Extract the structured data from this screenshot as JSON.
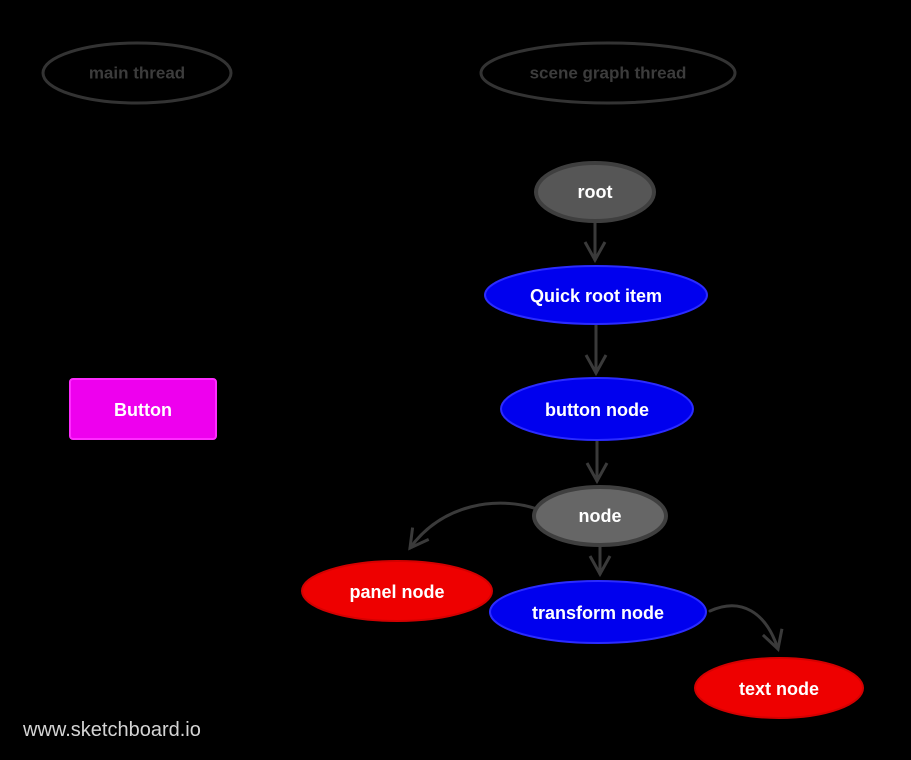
{
  "canvas": {
    "background_color": "#000000",
    "watermark": "www.sketchboard.io"
  },
  "colors": {
    "lane_outline": "#333333",
    "lane_text": "#3c3c3c",
    "arrow": "#3a3a3a",
    "node_text": "#ffffff",
    "blue_node_fill": "#0000ee",
    "red_node_fill": "#ee0000",
    "root_node_fill": "#565656",
    "node_node_fill": "#666666",
    "button_fill": "#ee00ee",
    "watermark_text": "#d4d4d4"
  },
  "lanes": {
    "main_thread": {
      "label": "main thread"
    },
    "scene_graph_thread": {
      "label": "scene graph thread"
    }
  },
  "main_thread": {
    "button": {
      "label": "Button",
      "fill": "#ee00ee"
    }
  },
  "scene_graph_thread": {
    "nodes": {
      "root": {
        "label": "root",
        "fill": "#565656",
        "kind": "gray"
      },
      "quick_root_item": {
        "label": "Quick root item",
        "fill": "#0000ee",
        "kind": "blue"
      },
      "button_node": {
        "label": "button node",
        "fill": "#0000ee",
        "kind": "blue"
      },
      "node": {
        "label": "node",
        "fill": "#666666",
        "kind": "gray"
      },
      "panel_node": {
        "label": "panel node",
        "fill": "#ee0000",
        "kind": "red"
      },
      "transform_node": {
        "label": "transform node",
        "fill": "#0000ee",
        "kind": "blue"
      },
      "text_node": {
        "label": "text node",
        "fill": "#ee0000",
        "kind": "red"
      }
    },
    "edges": [
      {
        "from": "root",
        "to": "quick_root_item"
      },
      {
        "from": "quick_root_item",
        "to": "button_node"
      },
      {
        "from": "button_node",
        "to": "node"
      },
      {
        "from": "node",
        "to": "panel_node"
      },
      {
        "from": "node",
        "to": "transform_node"
      },
      {
        "from": "transform_node",
        "to": "text_node"
      }
    ]
  }
}
